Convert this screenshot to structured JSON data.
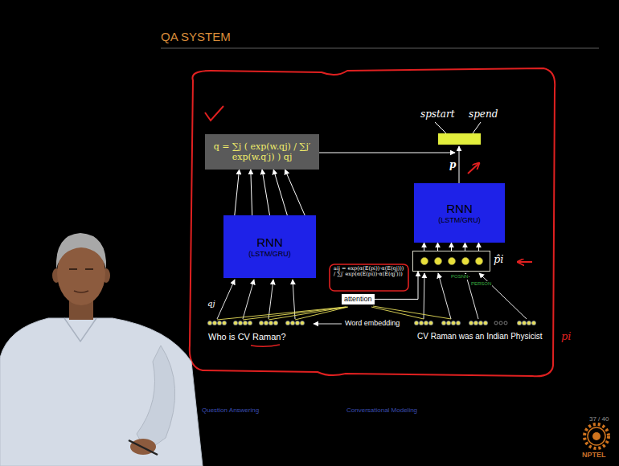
{
  "diagram": {
    "title": "QA SYSTEM",
    "nodes": [
      {
        "text": [
          "q = ∑j ( exp(w.qj) / ∑j′ exp(w.q′j) ) qj"
        ]
      },
      {
        "text": [
          "RNN",
          "(LSTM/GRU)"
        ]
      },
      {
        "text": [
          "RNN",
          "(LSTM/GRU)"
        ]
      },
      {
        "text": [
          "attention"
        ]
      },
      {
        "text": [
          "p̂i"
        ]
      }
    ],
    "edges": [
      {
        "from": 1,
        "to": 0,
        "arrow": "to"
      },
      {
        "from": 4,
        "to": 2,
        "arrow": "to"
      },
      {
        "from": 3,
        "to": 4,
        "arrow": "to"
      }
    ],
    "labels": [
      "qj",
      "Who is CV Raman?",
      "Word embedding",
      "CV Raman was an Indian Physicist",
      "aij = exp(α(E(pi))·α(E(qj))) / ∑j′ exp(α(E(pi))·α(E(qj′)))",
      "POSNN",
      "PERSON",
      "p",
      "spstart",
      "spend",
      "pi",
      "Question Answering",
      "Conversational Modeling",
      "37 / 40",
      "NPTEL"
    ]
  }
}
